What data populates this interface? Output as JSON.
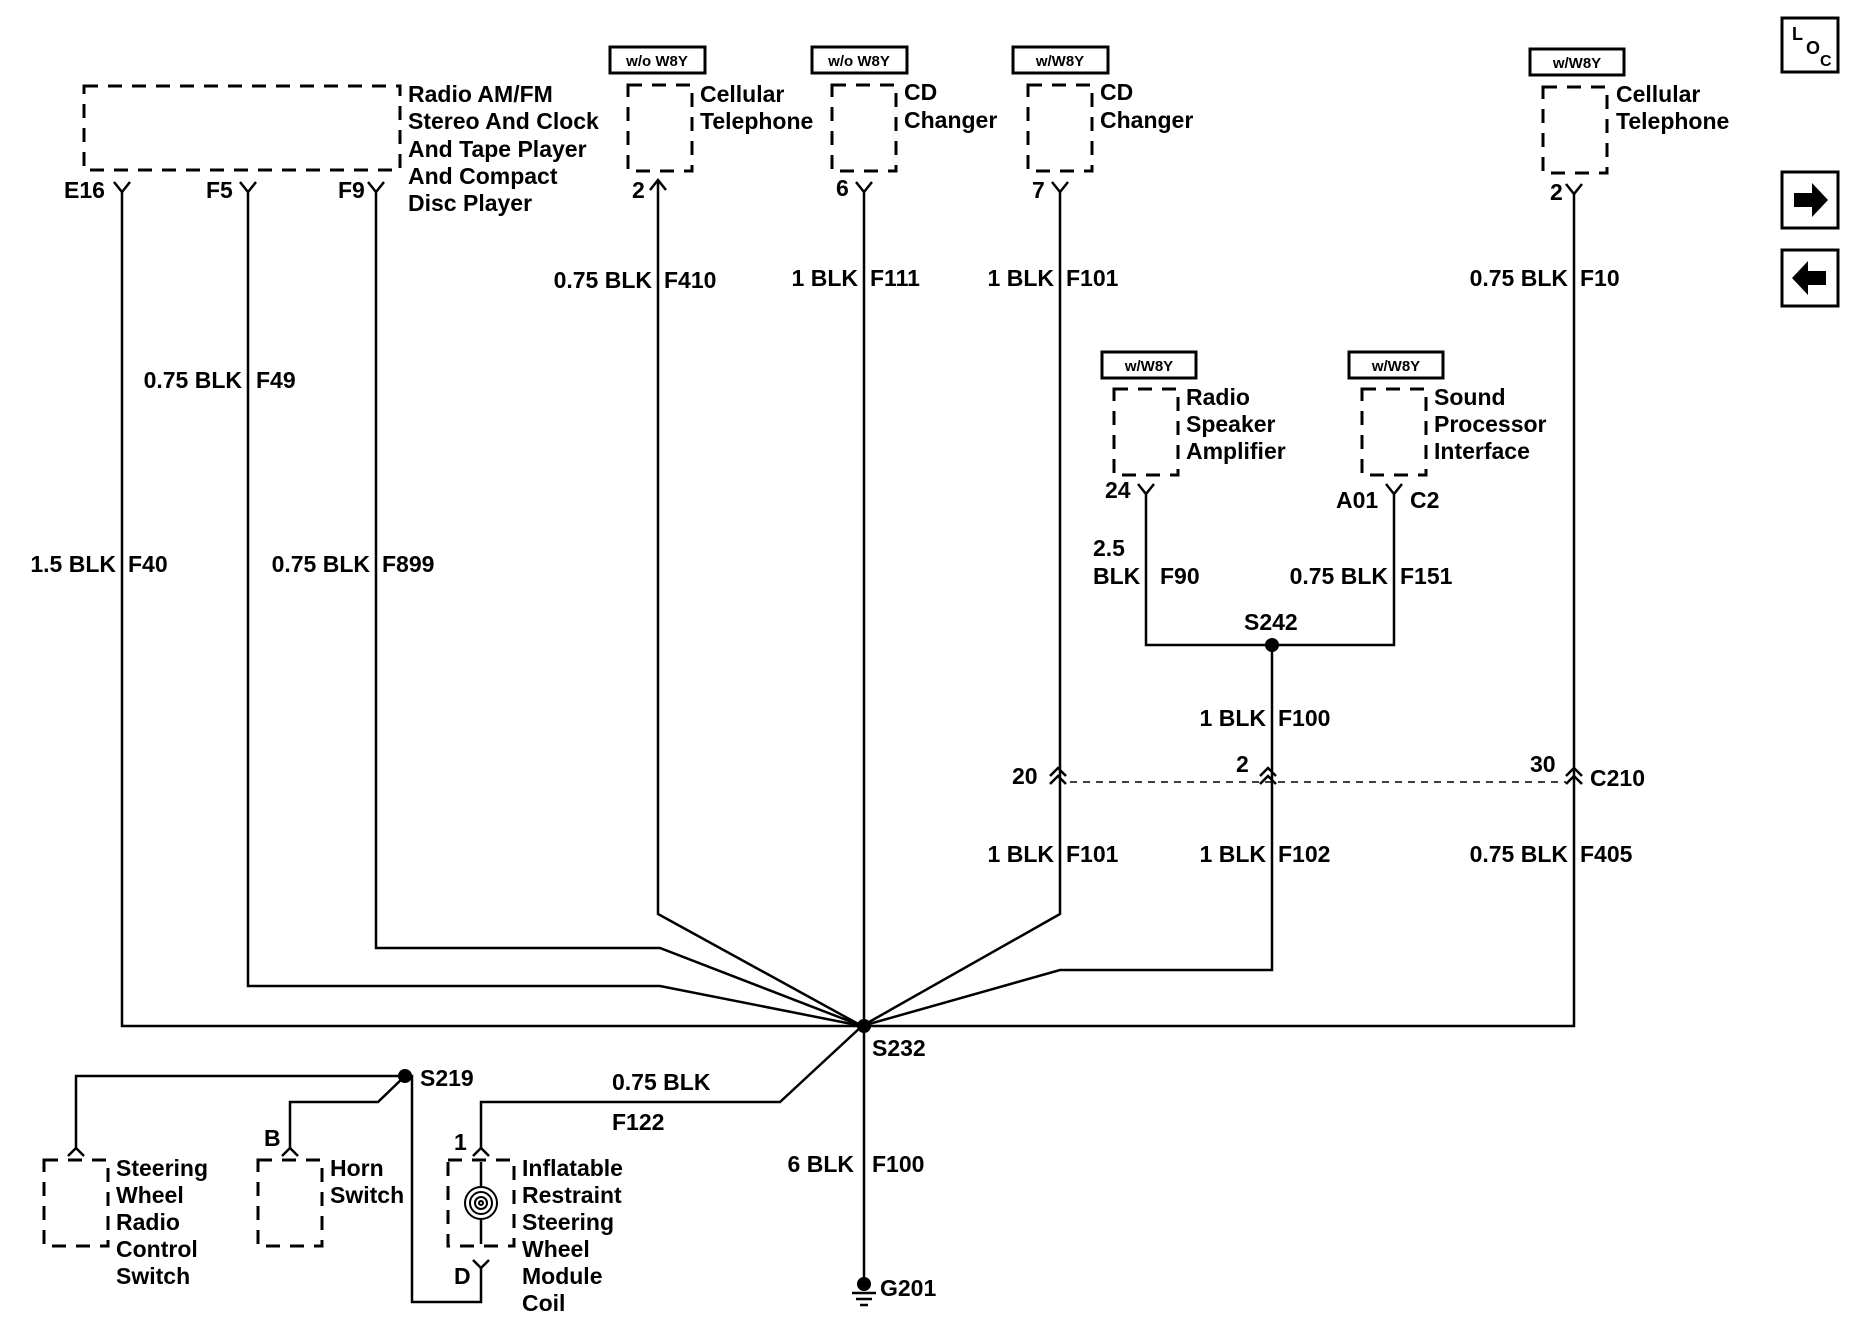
{
  "components": {
    "radio": [
      "Radio AM/FM",
      "Stereo And Clock",
      "And Tape Player",
      "And Compact",
      "Disc Player"
    ],
    "cell_top": [
      "Cellular",
      "Telephone"
    ],
    "cd_changer_a": [
      "CD",
      "Changer"
    ],
    "cd_changer_b": [
      "CD",
      "Changer"
    ],
    "cell_right": [
      "Cellular",
      "Telephone"
    ],
    "amplifier": [
      "Radio",
      "Speaker",
      "Amplifier"
    ],
    "sound_processor": [
      "Sound",
      "Processor",
      "Interface"
    ],
    "steering_switch": [
      "Steering",
      "Wheel",
      "Radio",
      "Control",
      "Switch"
    ],
    "horn_switch": [
      "Horn",
      "Switch"
    ],
    "sir_coil": [
      "Inflatable",
      "Restraint",
      "Steering",
      "Wheel",
      "Module",
      "Coil"
    ]
  },
  "option_tags": {
    "cell_top": "w/o W8Y",
    "cd_a": "w/o W8Y",
    "cd_b": "w/W8Y",
    "cell_right": "w/W8Y",
    "amplifier": "w/W8Y",
    "sound_processor": "w/W8Y"
  },
  "pins": {
    "e16": "E16",
    "f5": "F5",
    "f9": "F9",
    "cell_top": "2",
    "cd_a": "6",
    "cd_b": "7",
    "cell_right": "2",
    "amp": "24",
    "sp_a01": "A01",
    "sp_c2": "C2",
    "c210_a": "20",
    "c210_b": "2",
    "c210_c": "30",
    "horn_b": "B",
    "sir_1": "1",
    "sir_d": "D"
  },
  "connectors": {
    "c210": "C210"
  },
  "wires": {
    "f40": {
      "gauge": "1.5 BLK",
      "circuit": "F40"
    },
    "f49": {
      "gauge": "0.75 BLK",
      "circuit": "F49"
    },
    "f899": {
      "gauge": "0.75 BLK",
      "circuit": "F899"
    },
    "f410": {
      "gauge": "0.75 BLK",
      "circuit": "F410"
    },
    "f111": {
      "gauge": "1 BLK",
      "circuit": "F111"
    },
    "f101_top": {
      "gauge": "1 BLK",
      "circuit": "F101"
    },
    "f10": {
      "gauge": "0.75 BLK",
      "circuit": "F10"
    },
    "f90": {
      "gauge_a": "2.5",
      "gauge_b": "BLK",
      "circuit": "F90"
    },
    "f151": {
      "gauge": "0.75 BLK",
      "circuit": "F151"
    },
    "f100_mid": {
      "gauge": "1 BLK",
      "circuit": "F100"
    },
    "f101_low": {
      "gauge": "1 BLK",
      "circuit": "F101"
    },
    "f102": {
      "gauge": "1 BLK",
      "circuit": "F102"
    },
    "f405": {
      "gauge": "0.75 BLK",
      "circuit": "F405"
    },
    "f122": {
      "gauge": "0.75 BLK",
      "circuit": "F122"
    },
    "f100_low": {
      "gauge": "6 BLK",
      "circuit": "F100"
    }
  },
  "splices": {
    "s242": "S242",
    "s232": "S232",
    "s219": "S219",
    "g201": "G201"
  },
  "loc_icon": {
    "l": "L",
    "o": "O",
    "c": "C"
  },
  "nav": {
    "next": "right-arrow-icon",
    "prev": "left-arrow-icon"
  }
}
